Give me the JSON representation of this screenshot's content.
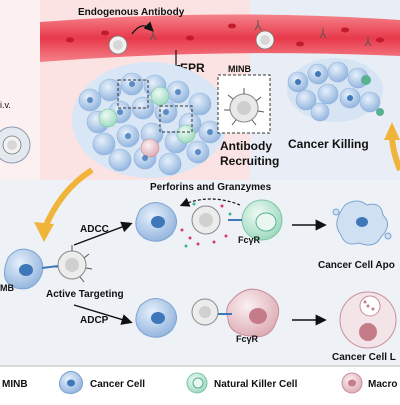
{
  "labels": {
    "endogenous_antibody": "Endogenous Antibody",
    "epr": "EPR",
    "minb_top": "MINB",
    "antibody_recruiting_1": "Antibody",
    "antibody_recruiting_2": "Recruiting",
    "cancer_killing": "Cancer Killing",
    "iv": "i.v.",
    "perforins": "Perforins and Granzymes",
    "adcc": "ADCC",
    "adcp": "ADCP",
    "fcyr_top": "FcγR",
    "fcyr_bottom": "FcγR",
    "active_targeting": "Active Targeting",
    "minb_left": "MB",
    "cancer_cell_apoptosis": "Cancer Cell Apo",
    "cancer_cell_lysis": "Cancer Cell L"
  },
  "legend": {
    "items": [
      {
        "label": "MINB",
        "icon": "minb-icon"
      },
      {
        "label": "Cancer Cell",
        "icon": "cancer-cell-icon"
      },
      {
        "label": "Natural Killer Cell",
        "icon": "nk-cell-icon"
      },
      {
        "label": "Macro",
        "icon": "macrophage-icon"
      }
    ]
  },
  "colors": {
    "vessel": "#e8394a",
    "vessel_light": "#f6a6a8",
    "top_bg": "#fbe3e3",
    "right_bg": "#e8edf5",
    "bottom_bg": "#eef2f7",
    "cancer_cell": "#bcd3ee",
    "cancer_nucleus": "#3e78b8",
    "nk_cell": "#cfeee0",
    "nk_nucleus": "#58b190",
    "macrophage": "#f1d8dc",
    "macro_nucleus": "#c57c88",
    "arrow_orange": "#f1b43b"
  }
}
